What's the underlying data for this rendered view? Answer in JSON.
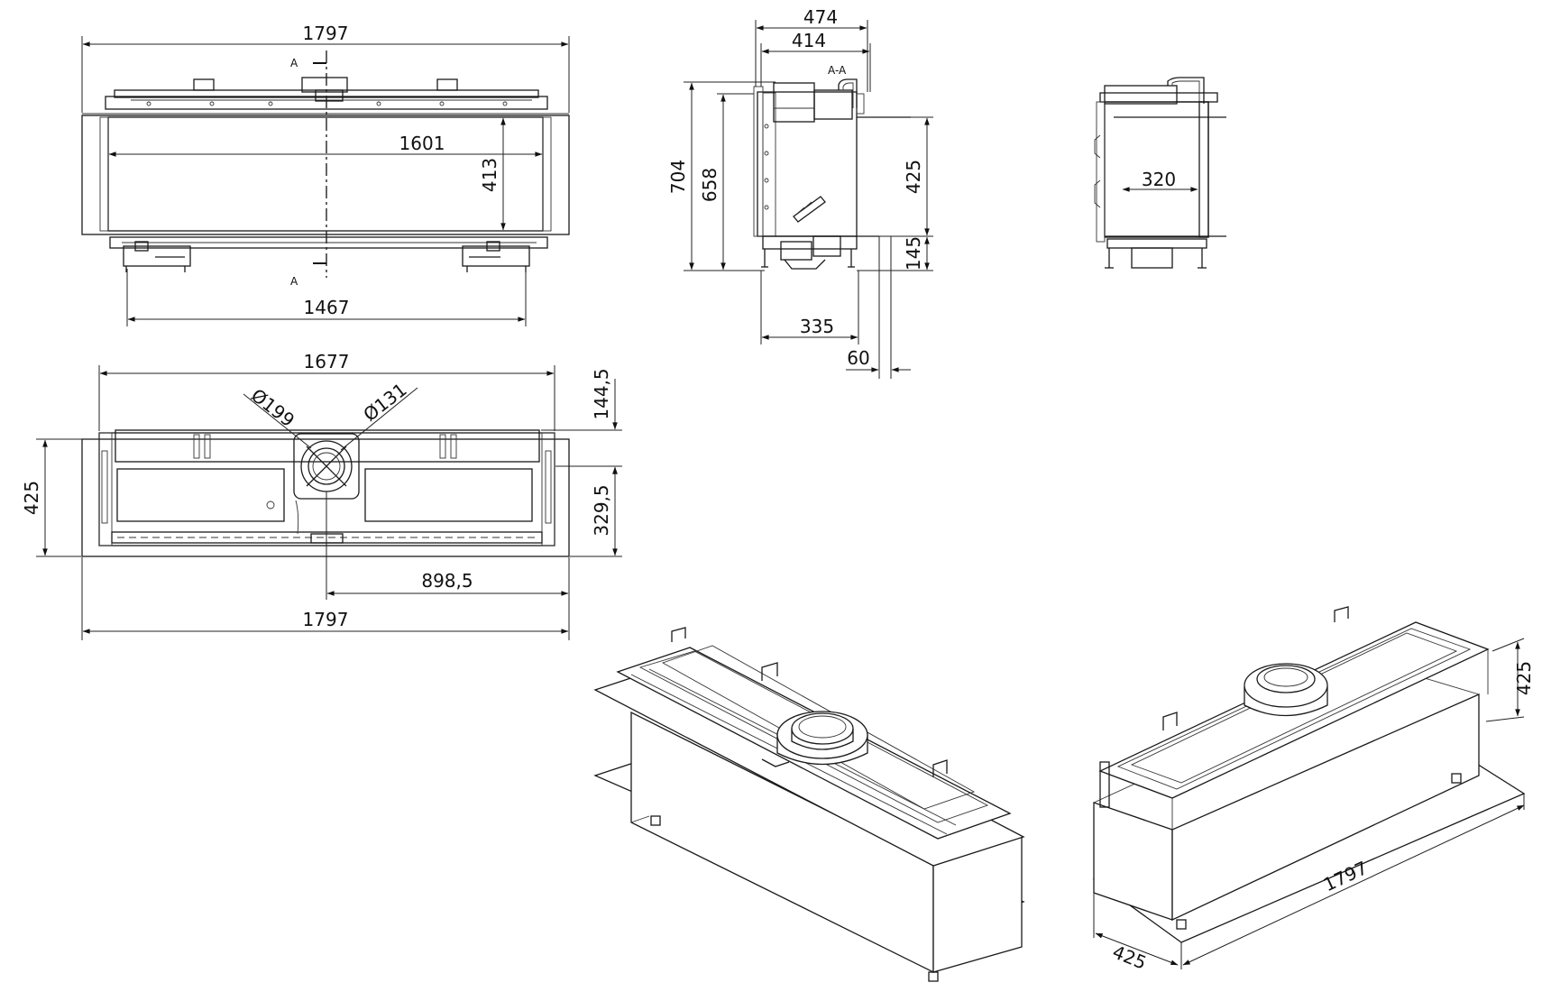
{
  "section": {
    "marker": "A",
    "title": "A-A"
  },
  "front_view": {
    "width_total": "1797",
    "width_inner": "1601",
    "height_inner": "413",
    "feet_span": "1467"
  },
  "section_view": {
    "depth_outer": "474",
    "depth_inner": "414",
    "height_total": "704",
    "height_body": "658",
    "height_box": "425",
    "height_base": "145",
    "base_depth": "335",
    "offset": "60"
  },
  "side_view": {
    "depth_inner": "320"
  },
  "top_view": {
    "width_frame": "1677",
    "diameter_outer": "Ø199",
    "diameter_inner": "Ø131",
    "flue_offset_top": "144,5",
    "flue_offset_bottom": "329,5",
    "depth": "425",
    "flue_offset_side": "898,5",
    "width_total": "1797"
  },
  "iso_view": {
    "height": "425",
    "length": "1797",
    "depth": "425"
  }
}
